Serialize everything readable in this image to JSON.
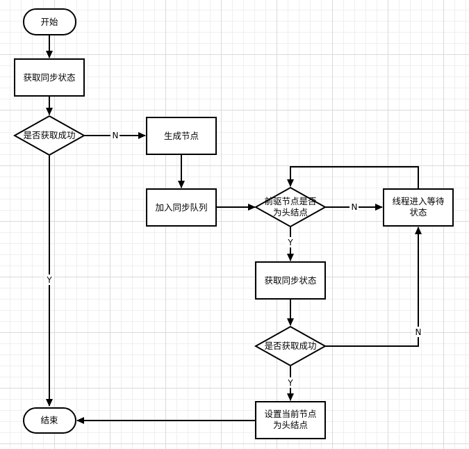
{
  "nodes": {
    "start": "开始",
    "get_state_1": "获取同步状态",
    "check_1": "是否获取成功",
    "create_node": "生成节点",
    "enqueue": "加入同步队列",
    "is_prev_head_1": "前驱节点是否",
    "is_prev_head_2": "为头结点",
    "wait_1": "线程进入等待",
    "wait_2": "状态",
    "get_state_2": "获取同步状态",
    "check_2": "是否获取成功",
    "set_head_1": "设置当前节点",
    "set_head_2": "为头结点",
    "end": "结束"
  },
  "edge_labels": {
    "check1_no": "N",
    "check1_yes": "Y",
    "prev_head_no": "N",
    "prev_head_yes": "Y",
    "check2_no": "N",
    "check2_yes": "Y"
  }
}
